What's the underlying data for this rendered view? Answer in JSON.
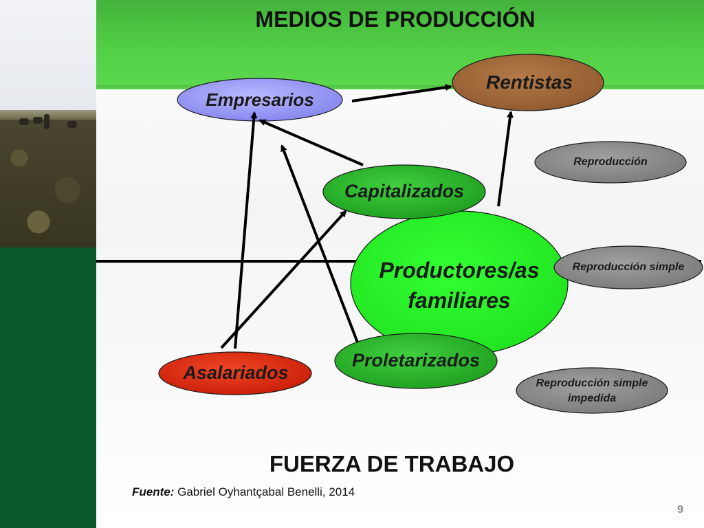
{
  "title": "MEDIOS DE PRODUCCIÓN",
  "bottom_title": "FUERZA DE TRABAJO",
  "source": {
    "label": "Fuente:",
    "text": " Gabriel Oyhantçabal Benelli, 2014"
  },
  "page_number": "9",
  "nodes": {
    "empresarios": "Empresarios",
    "rentistas": "Rentistas",
    "capitalizados": "Capitalizados",
    "productores_line1": "Productores/as",
    "productores_line2": "familiares",
    "asalariados": "Asalariados",
    "proletarizados": "Proletarizados",
    "reproduccion": "Reproducción",
    "reproduccion_simple": "Reproducción simple",
    "reproduccion_impedida_line1": "Reproducción simple",
    "reproduccion_impedida_line2": "impedida"
  },
  "colors": {
    "empresarios": "#8f8ff5",
    "rentistas": "#a0683a",
    "green_node": "#2eb82e",
    "productores": "#22ee22",
    "asalariados": "#dd2a10",
    "grey_node": "#8c8c8c",
    "header_green": "#4fc743",
    "sidebar_dark_green": "#0a5a2d"
  }
}
